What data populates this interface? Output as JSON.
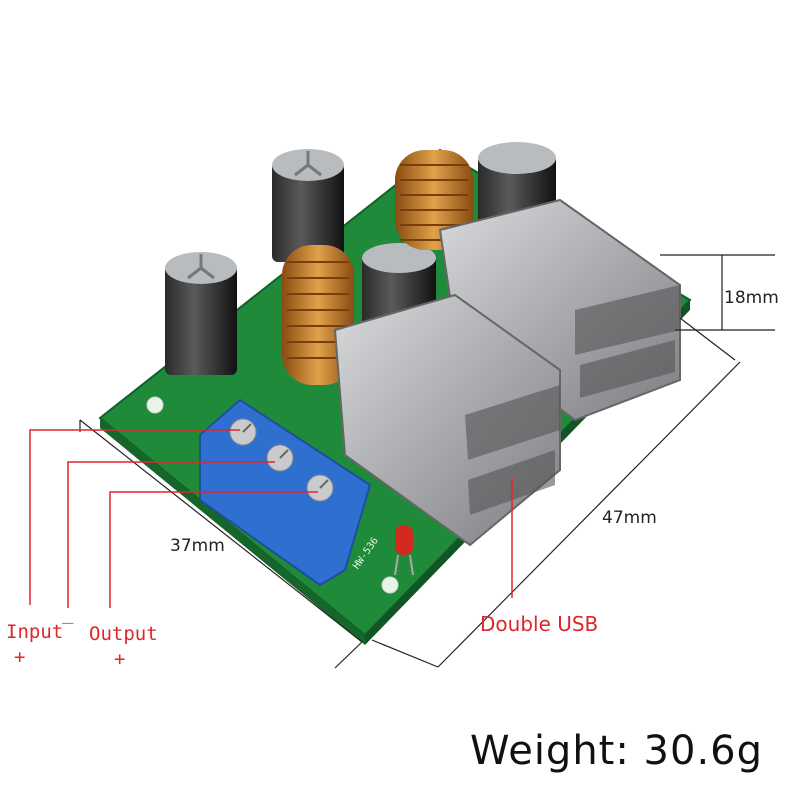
{
  "dimensions": {
    "height": "18mm",
    "length": "47mm",
    "width": "37mm"
  },
  "terminals": {
    "input": "Input",
    "input_sign": "+",
    "minus": "_",
    "output": "Output",
    "output_sign": "+"
  },
  "usb": {
    "label": "Double USB"
  },
  "weight": {
    "text": "Weight: 30.6g"
  },
  "pcb": {
    "marking": "HW-536"
  },
  "colors": {
    "accent": "#e0262a",
    "pcb": "#1f8a3a",
    "terminal": "#2f6fd0",
    "coil": "#c8841f"
  }
}
